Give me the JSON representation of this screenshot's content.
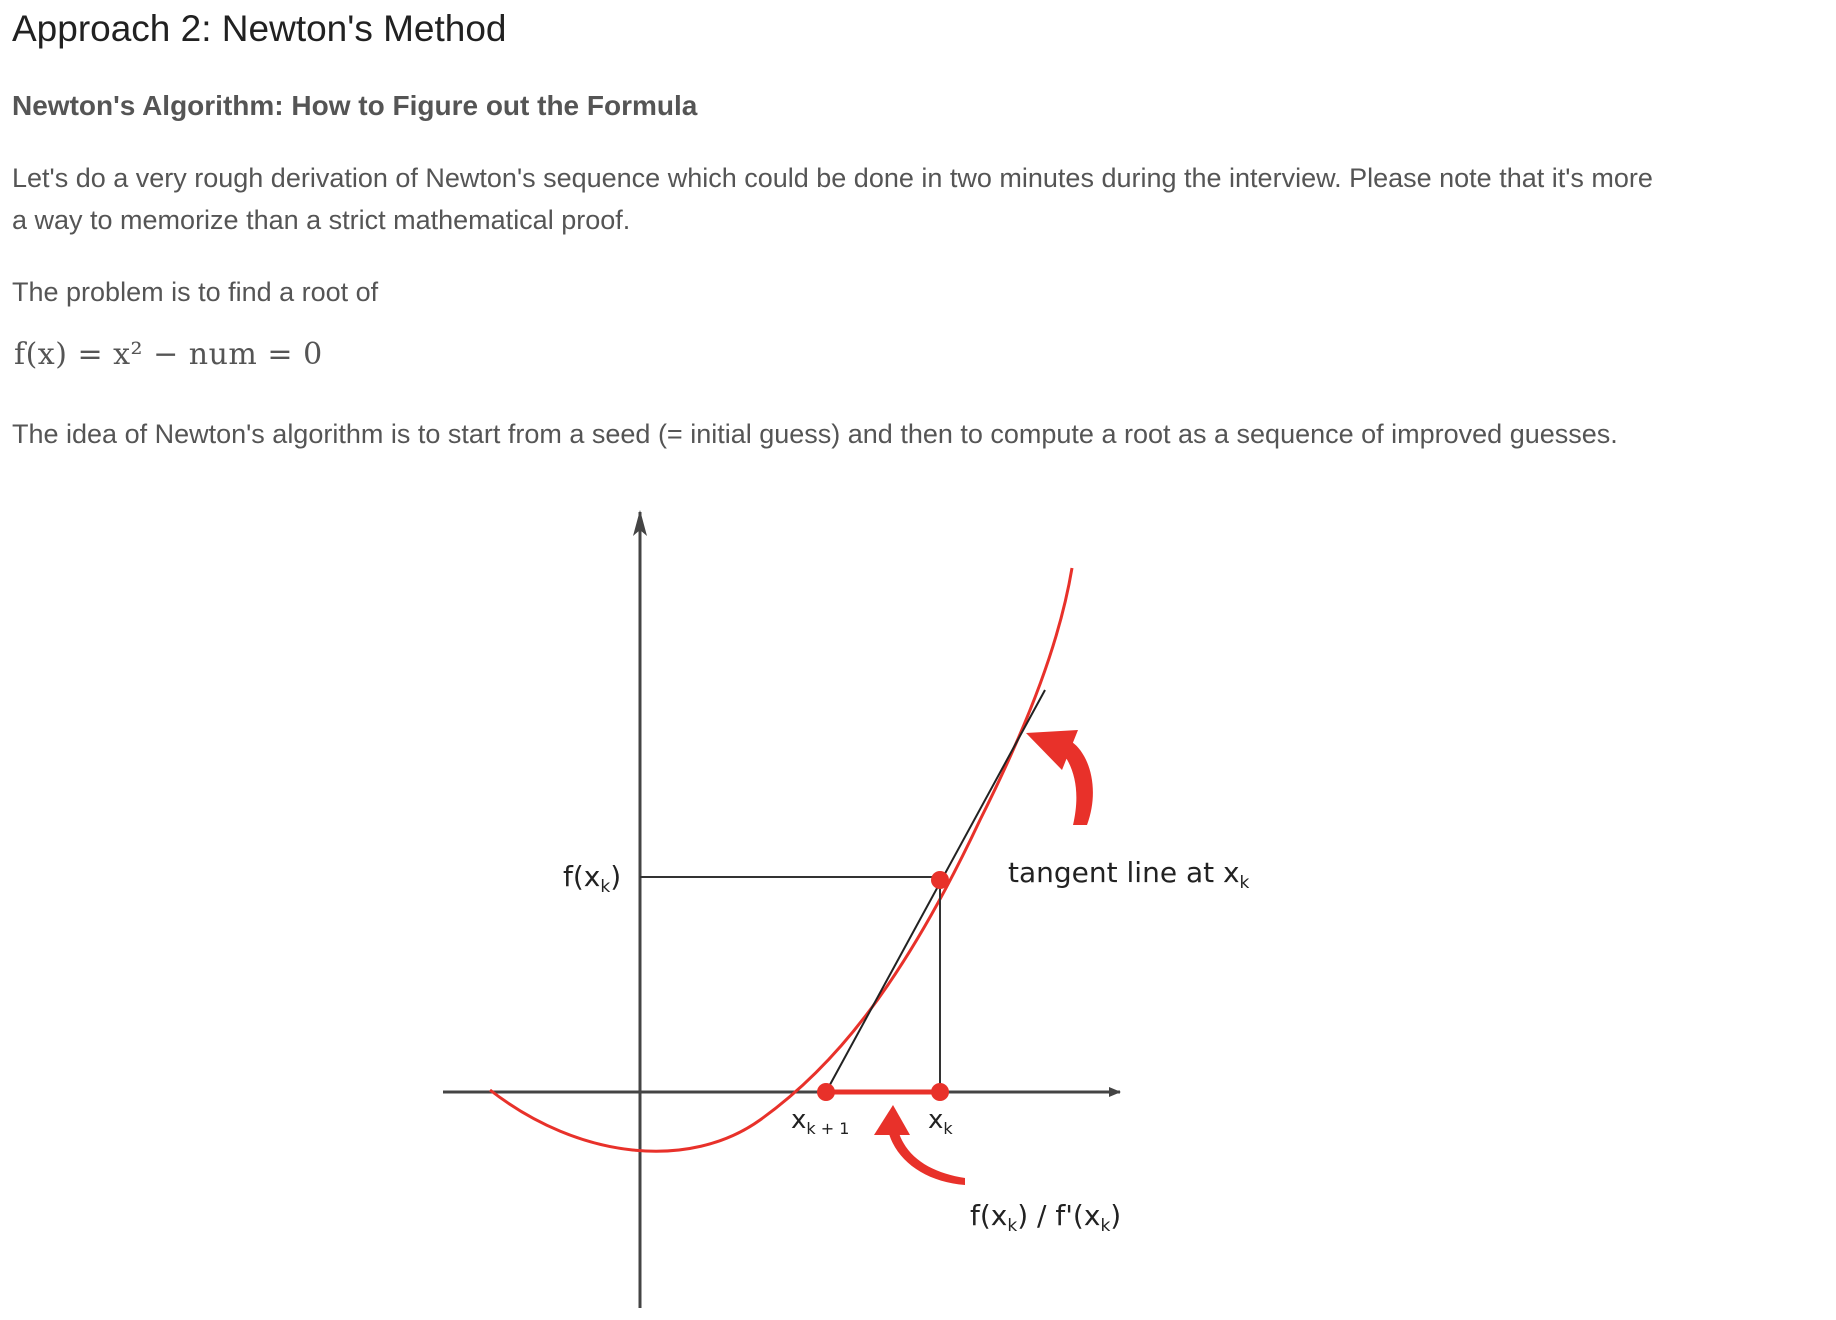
{
  "page": {
    "title": "Approach 2: Newton's Method",
    "subtitle": "Newton's Algorithm: How to Figure out the Formula",
    "paragraph1_line1": "Let's do a very rough derivation of Newton's sequence which could be done in two minutes during the interview. Please note that it's more",
    "paragraph1_line2": "a way to memorize than a strict mathematical proof.",
    "paragraph2": "The problem is to find a root of",
    "formula": "f(x) = x² − num = 0",
    "paragraph3": "The idea of Newton's algorithm is to start from a seed (= initial guess) and then to compute a root as a sequence of improved guesses."
  },
  "figure": {
    "labels": {
      "fxk": "f(xk)",
      "tangent": "tangent line at xk",
      "xk1": "xk+1",
      "xk": "xk",
      "step": "f(xk) / f'(xk)"
    },
    "colors": {
      "curve": "#e8312a",
      "axis": "#444444",
      "tangent": "#222222",
      "text": "#222222"
    }
  }
}
